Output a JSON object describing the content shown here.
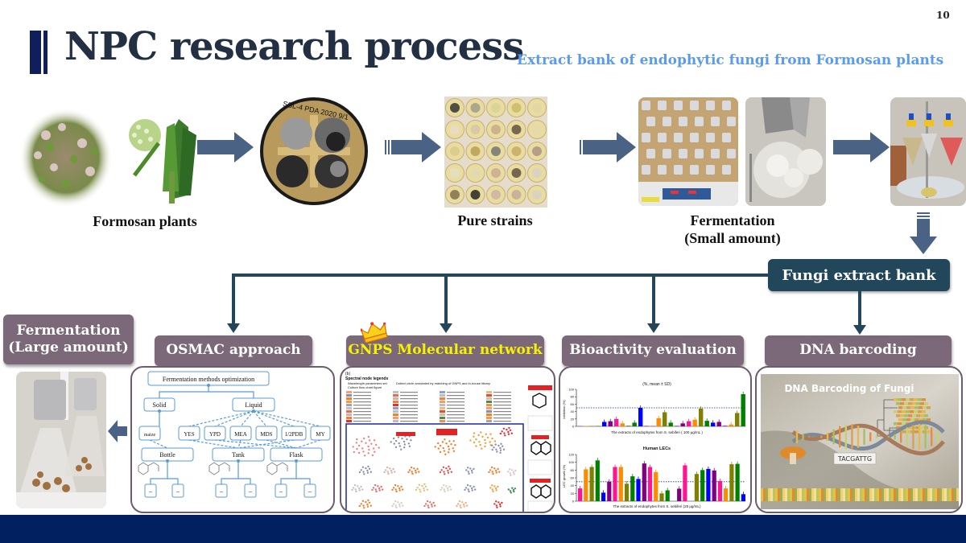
{
  "page_number": "10",
  "title": "NPC research process",
  "subtitle": "Extract bank of endophytic fungi from Formosan plants",
  "top_flow": {
    "captions": {
      "formosan_plants": "Formosan plants",
      "pure_strains": "Pure strains",
      "fermentation_small_line1": "Fermentation",
      "fermentation_small_line2": "(Small amount)"
    },
    "petri_dish_label": "SSL-4 PDA 2020 9/1"
  },
  "fungi_extract_bank": "Fungi extract bank",
  "branches": {
    "fermentation_large_line1": "Fermentation",
    "fermentation_large_line2": "(Large amount)",
    "osmac": "OSMAC approach",
    "gnps": "GNPS Molecular network",
    "bioactivity": "Bioactivity evaluation",
    "dna": "DNA barcoding"
  },
  "osmac_panel": {
    "root": "Fermentation methods optimization",
    "level1": [
      "Solid",
      "Liquid"
    ],
    "media": [
      "maize",
      "YES",
      "YPD",
      "MEA",
      "MDS",
      "1/2PDB",
      "MY"
    ],
    "vessels": [
      "Bottle",
      "Tank",
      "Flask"
    ],
    "leaf": "–"
  },
  "gnps_panel": {
    "panel_tag": "(b)",
    "legend_title": "Spectral node legends",
    "legend_notes": [
      "Wavelength parameters set",
      "Culture flow chart figure",
      "Dotted circle annotated by matching of GNPS and in-house library"
    ]
  },
  "bioactivity_panel": {
    "chart1_title": "(%, mean ± SD)",
    "chart1_ylabel": "Inhibition (%)",
    "chart1_xlabel": "The extracts of endophytes from S. sebiferi ( 100 μg/mL )",
    "chart2_title": "Human LECs",
    "chart2_ylabel": "LEC growth (%)",
    "chart2_xlabel": "The extracts of endophytes from S. sebiferi (25 μg/mL)",
    "chart1_values": [
      1,
      1,
      1,
      1,
      12,
      14,
      20,
      8,
      2,
      10,
      50,
      1,
      1,
      22,
      38,
      10,
      1,
      8,
      14,
      18,
      48,
      15,
      10,
      12,
      2,
      5,
      36,
      87
    ],
    "chart2_values": [
      33,
      82,
      88,
      105,
      22,
      50,
      88,
      88,
      45,
      64,
      57,
      97,
      88,
      75,
      20,
      28,
      0,
      32,
      92,
      0,
      70,
      80,
      83,
      79,
      52,
      33,
      95,
      96,
      18
    ],
    "threshold_pct": 50,
    "bar_colors": [
      "#ff1493",
      "#ff8c00",
      "#808000",
      "#008000",
      "#0000ff",
      "#800080"
    ]
  },
  "dna_panel": {
    "image_title": "DNA Barcoding of Fungi",
    "sequence": "TACGATTG"
  }
}
